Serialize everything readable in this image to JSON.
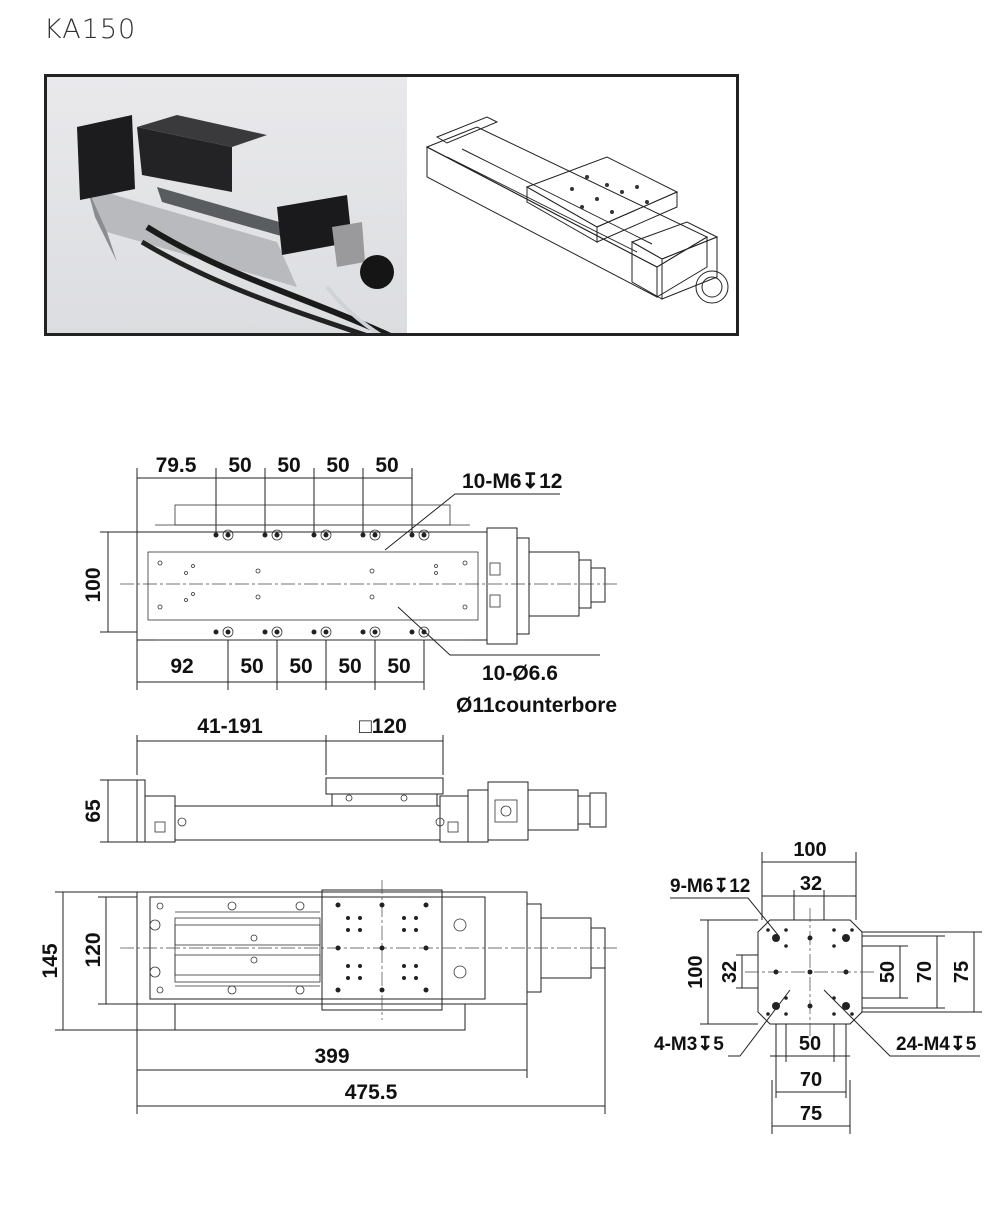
{
  "title": "KA150",
  "top_view": {
    "dims_top": [
      "79.5",
      "50",
      "50",
      "50",
      "50"
    ],
    "dims_bottom": [
      "92",
      "50",
      "50",
      "50",
      "50"
    ],
    "height": "100",
    "callout_top": "10-M6↧12",
    "callout_bottom_1": "10-Ø6.6",
    "callout_bottom_2": "Ø11counterbore"
  },
  "side_view": {
    "stroke": "41-191",
    "table": "□120",
    "height": "65"
  },
  "bottom_view": {
    "outer_height": "145",
    "inner_height": "120",
    "length_1": "399",
    "length_2": "475.5"
  },
  "table_detail": {
    "width_top": "100",
    "width_mid": "32",
    "height_left": "100",
    "height_left_inner": "32",
    "height_r1": "50",
    "height_r2": "70",
    "height_r3": "75",
    "width_b1": "50",
    "width_b2": "70",
    "width_b3": "75",
    "callout_tl": "9-M6↧12",
    "callout_bl": "4-M3↧5",
    "callout_br": "24-M4↧5"
  }
}
